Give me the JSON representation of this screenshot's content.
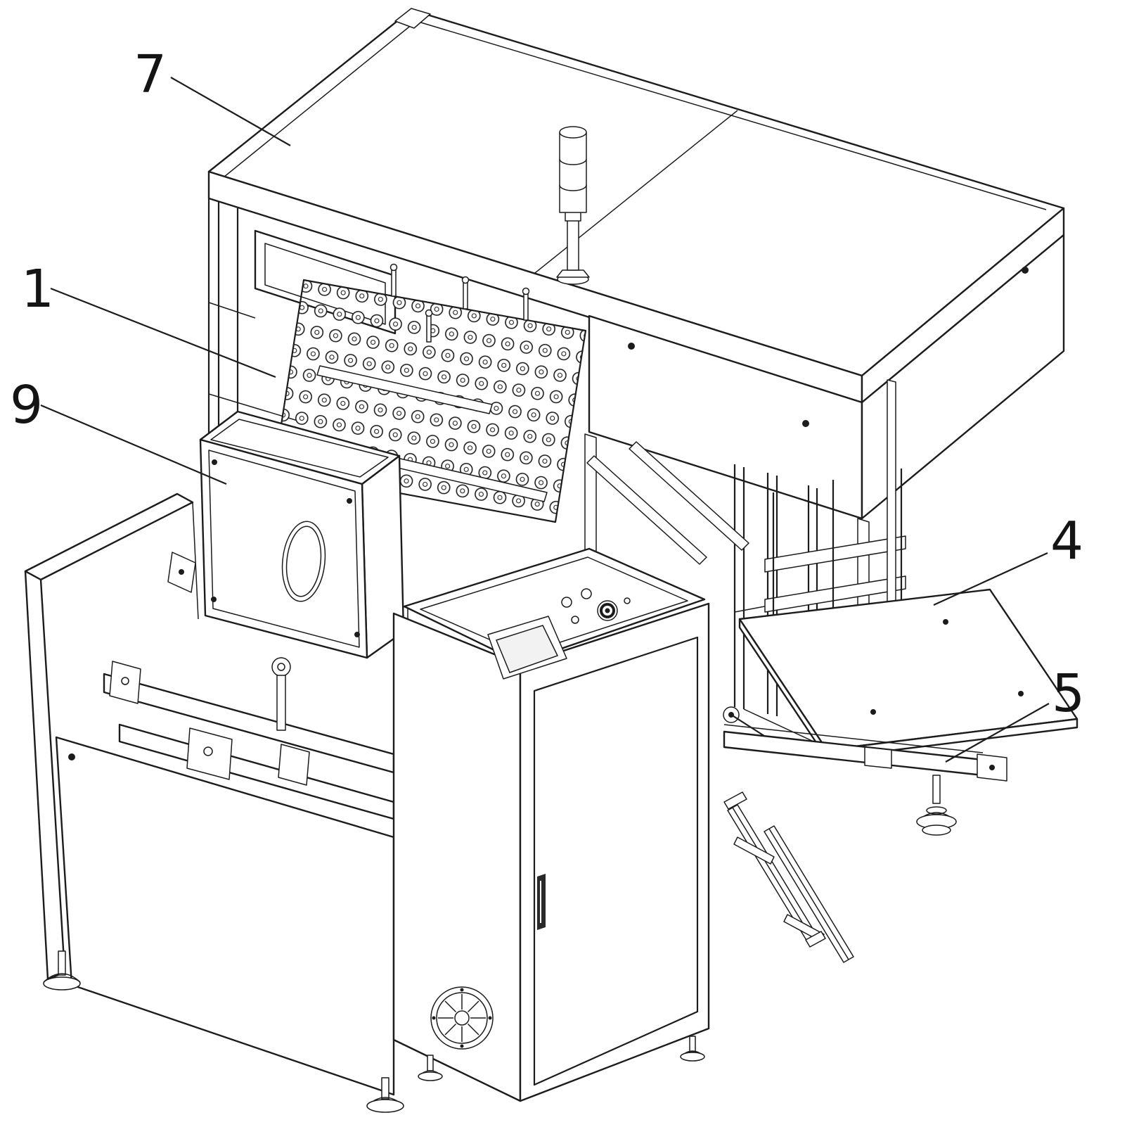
{
  "figure": {
    "background_color": "#ffffff",
    "line_color": "#1c1c1c"
  },
  "labels": [
    {
      "text": "7"
    },
    {
      "text": "1"
    },
    {
      "text": "9"
    },
    {
      "text": "4"
    },
    {
      "text": "5"
    }
  ]
}
